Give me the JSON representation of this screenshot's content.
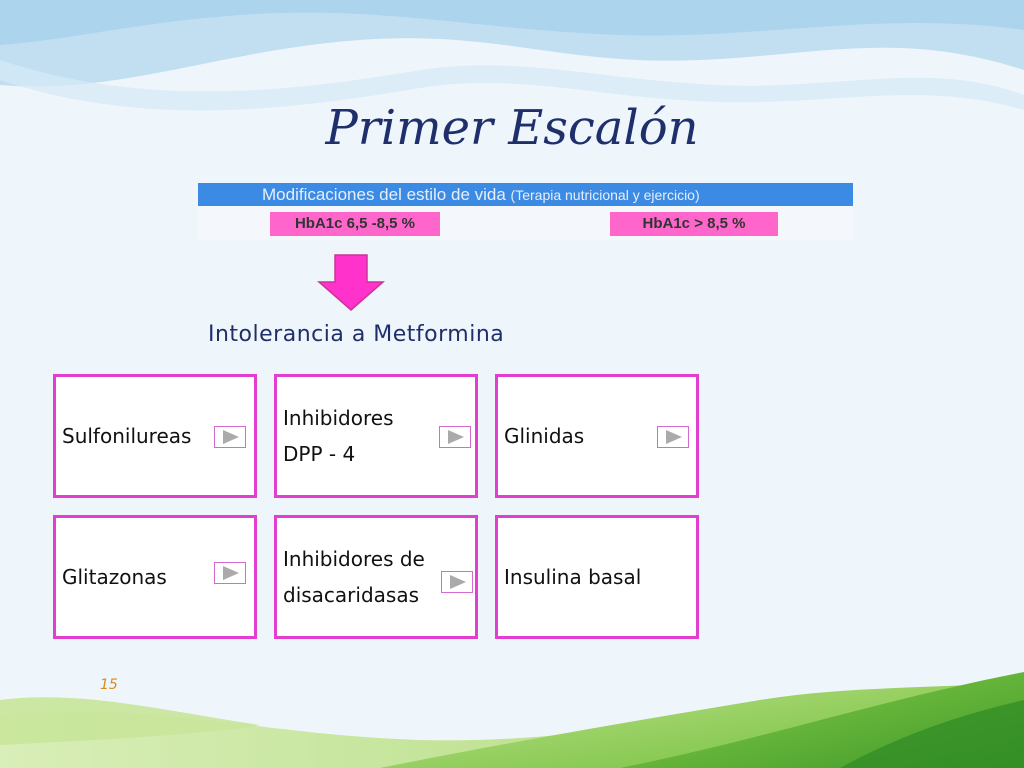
{
  "slide": {
    "title": "Primer Escalón",
    "page_number": "15"
  },
  "lifestyle_table": {
    "header_main": "Modificaciones del estilo de vida",
    "header_sub": "(Terapia nutricional y ejercicio)",
    "badges": [
      "HbA1c 6,5 -8,5 %",
      "HbA1c > 8,5 %"
    ],
    "header_color": "#3b8be5",
    "badge_color": "#ff66cc"
  },
  "intolerance_label": "Intolerancia a Metformina",
  "arrow_color": "#ff33cc",
  "card_border_color": "#e23ed2",
  "options": [
    {
      "line1": "Sulfonilureas",
      "line2": "",
      "has_play": true
    },
    {
      "line1": "Inhibidores",
      "line2": "DPP - 4",
      "has_play": true
    },
    {
      "line1": "Glinidas",
      "line2": "",
      "has_play": true
    },
    {
      "line1": "Glitazonas",
      "line2": "",
      "has_play": true
    },
    {
      "line1": "Inhibidores de",
      "line2": "disacaridasas",
      "has_play": true
    },
    {
      "line1": "Insulina basal",
      "line2": "",
      "has_play": false
    }
  ],
  "icons": {
    "action": "play-icon"
  }
}
